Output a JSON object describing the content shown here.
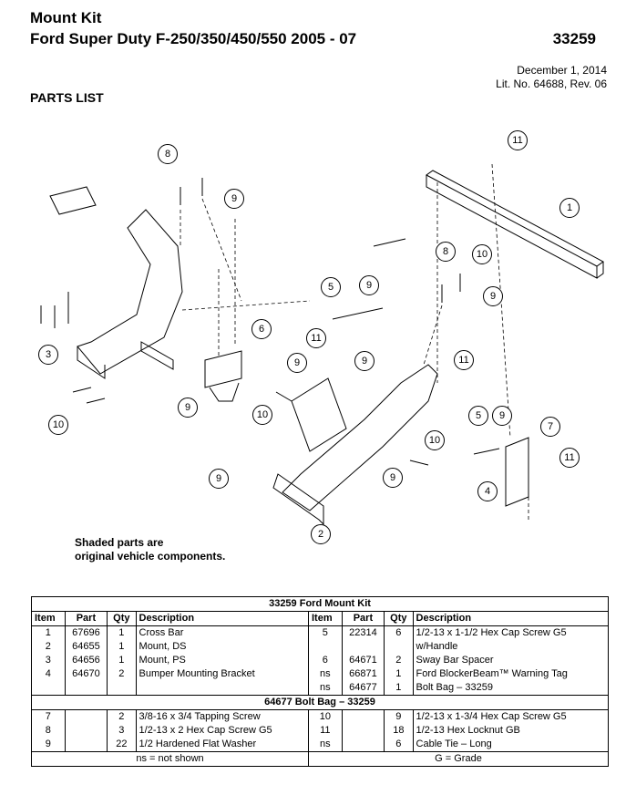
{
  "header": {
    "line1": "Mount Kit",
    "line2": "Ford Super Duty F-250/350/450/550  2005 - 07",
    "kit_number": "33259",
    "date": "December 1, 2014",
    "lit_no": "Lit. No. 64688, Rev. 06",
    "section_title": "PARTS LIST"
  },
  "diagram": {
    "note_line1": "Shaded parts are",
    "note_line2": "original vehicle components.",
    "callouts": [
      "8",
      "9",
      "11",
      "1",
      "5",
      "9",
      "8",
      "10",
      "9",
      "6",
      "3",
      "11",
      "9",
      "9",
      "10",
      "10",
      "11",
      "9",
      "10",
      "5",
      "9",
      "7",
      "11",
      "4",
      "2",
      "9"
    ]
  },
  "table": {
    "title": "33259  Ford Mount Kit",
    "headers": {
      "item": "Item",
      "part": "Part",
      "qty": "Qty",
      "desc": "Description"
    },
    "rows": [
      {
        "l": {
          "item": "1",
          "part": "67696",
          "qty": "1",
          "desc": "Cross Bar"
        },
        "r": {
          "item": "5",
          "part": "22314",
          "qty": "6",
          "desc": "1/2-13 x 1-1/2 Hex Cap Screw G5"
        }
      },
      {
        "l": {
          "item": "2",
          "part": "64655",
          "qty": "1",
          "desc": "Mount, DS"
        },
        "r": {
          "item": "",
          "part": "",
          "qty": "",
          "desc": "w/Handle"
        }
      },
      {
        "l": {
          "item": "3",
          "part": "64656",
          "qty": "1",
          "desc": "Mount, PS"
        },
        "r": {
          "item": "6",
          "part": "64671",
          "qty": "2",
          "desc": "Sway Bar Spacer"
        }
      },
      {
        "l": {
          "item": "4",
          "part": "64670",
          "qty": "2",
          "desc": "Bumper Mounting Bracket"
        },
        "r": {
          "item": "ns",
          "part": "66871",
          "qty": "1",
          "desc": "Ford BlockerBeam™ Warning Tag"
        }
      },
      {
        "l": {
          "item": "",
          "part": "",
          "qty": "",
          "desc": ""
        },
        "r": {
          "item": "ns",
          "part": "64677",
          "qty": "1",
          "desc": "Bolt Bag – 33259"
        }
      }
    ],
    "bolt_bag_title": "64677  Bolt Bag – 33259",
    "bolt_rows": [
      {
        "l": {
          "item": "7",
          "qty": "2",
          "desc": "3/8-16 x 3/4 Tapping Screw"
        },
        "r": {
          "item": "10",
          "qty": "9",
          "desc": "1/2-13 x 1-3/4 Hex Cap Screw G5"
        }
      },
      {
        "l": {
          "item": "8",
          "qty": "3",
          "desc": "1/2-13 x 2 Hex Cap Screw G5"
        },
        "r": {
          "item": "11",
          "qty": "18",
          "desc": "1/2-13 Hex Locknut GB"
        }
      },
      {
        "l": {
          "item": "9",
          "qty": "22",
          "desc": "1/2 Hardened Flat Washer"
        },
        "r": {
          "item": "ns",
          "qty": "6",
          "desc": "Cable Tie – Long"
        }
      }
    ],
    "footer_left": "ns = not shown",
    "footer_right": "G = Grade"
  }
}
